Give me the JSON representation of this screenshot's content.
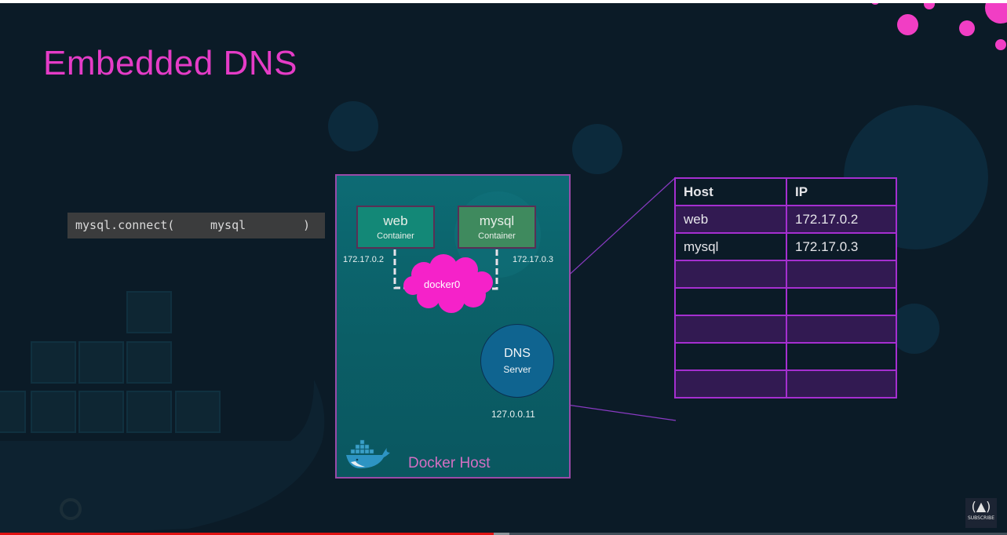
{
  "slide": {
    "title": "Embedded DNS",
    "code": {
      "prefix": "mysql.connect(",
      "argument": "mysql",
      "suffix": ")"
    },
    "docker_host": {
      "label": "Docker Host",
      "containers": [
        {
          "name": "web",
          "type": "Container",
          "ip": "172.17.0.2",
          "color": "#138877"
        },
        {
          "name": "mysql",
          "type": "Container",
          "ip": "172.17.0.3",
          "color": "#3f8a5e"
        }
      ],
      "bridge": "docker0",
      "dns_server": {
        "title": "DNS",
        "subtitle": "Server",
        "ip": "127.0.0.11"
      },
      "logo": "docker-whale-icon"
    },
    "dns_table": {
      "headers": [
        "Host",
        "IP"
      ],
      "rows": [
        [
          "web",
          "172.17.0.2"
        ],
        [
          "mysql",
          "172.17.0.3"
        ],
        [
          "",
          ""
        ],
        [
          "",
          ""
        ],
        [
          "",
          ""
        ],
        [
          "",
          ""
        ],
        [
          "",
          ""
        ]
      ]
    },
    "accent_color": "#e53cc7"
  },
  "player": {
    "subscribe_label": "SUBSCRIBE",
    "subscribe_icon": "freecodecamp-flame-icon",
    "progress_percent": 49
  }
}
